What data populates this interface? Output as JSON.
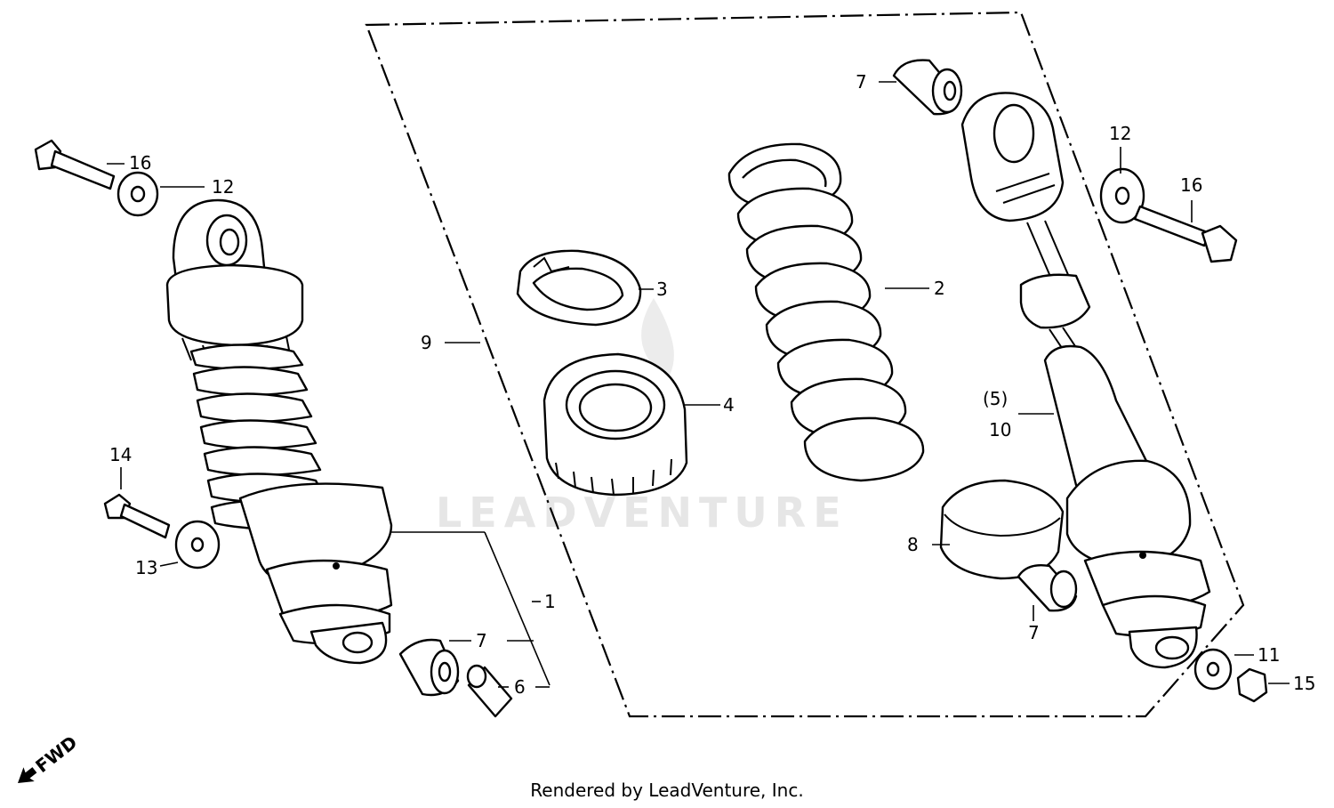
{
  "watermark": "LEADVENTURE",
  "footer": "Rendered by LeadVenture, Inc.",
  "direction_label": "FWD",
  "callouts": {
    "c1": "1",
    "c2": "2",
    "c3": "3",
    "c4": "4",
    "c5": "(5)",
    "c6": "6",
    "c7a": "7",
    "c7b": "7",
    "c7c": "7",
    "c8": "8",
    "c9": "9",
    "c10": "10",
    "c11": "11",
    "c12a": "12",
    "c12b": "12",
    "c13": "13",
    "c14": "14",
    "c15": "15",
    "c16a": "16",
    "c16b": "16"
  }
}
